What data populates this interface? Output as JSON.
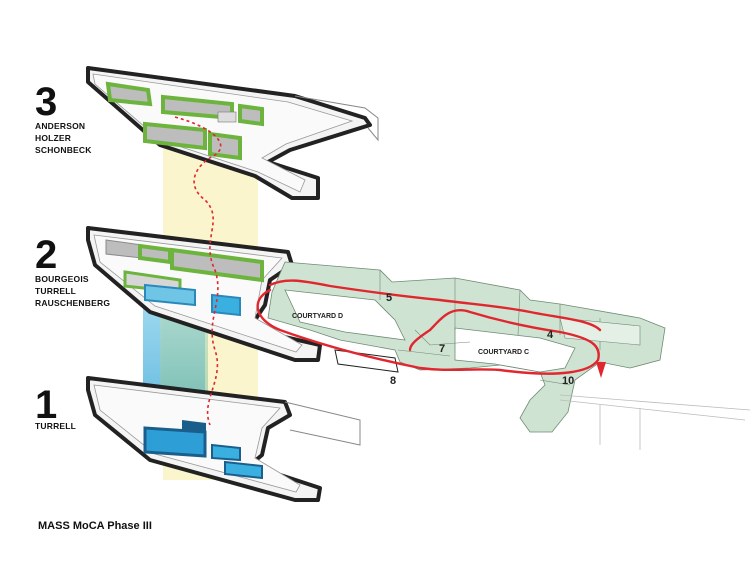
{
  "levels": [
    {
      "number": "3",
      "artists": [
        "ANDERSON",
        "HOLZER",
        "SCHONBECK"
      ]
    },
    {
      "number": "2",
      "artists": [
        "BOURGEOIS",
        "TURRELL",
        "RAUSCHENBERG"
      ]
    },
    {
      "number": "1",
      "artists": [
        "TURRELL"
      ]
    }
  ],
  "courtyards": {
    "d": "COURTYARD D",
    "c": "COURTYARD C"
  },
  "galleries": [
    "4",
    "5",
    "7",
    "8",
    "10"
  ],
  "caption": "MASS MoCA Phase III",
  "colors": {
    "route": "#e0272f",
    "gallery_green": "#7dbf4b",
    "turrell_blue": "#3aa6d8",
    "light_column_yellow": "#f7efb0",
    "existing_building": "#cfe3d2"
  }
}
